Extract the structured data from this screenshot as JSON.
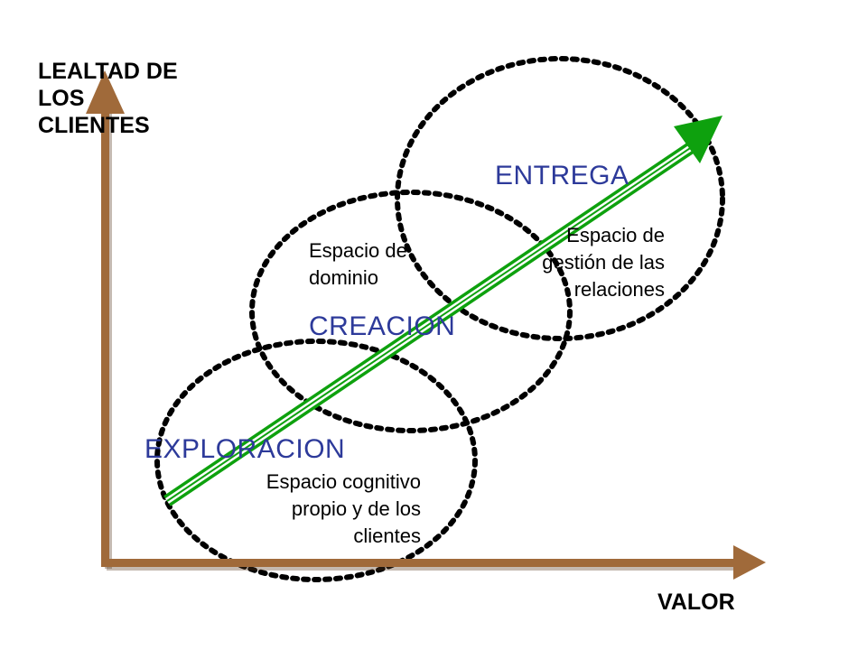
{
  "axes": {
    "y_title": "LEALTAD DE\nLOS\nCLIENTES",
    "x_title": "VALOR",
    "color": "#a06a3a"
  },
  "stages": [
    {
      "title": "EXPLORACION",
      "description": "Espacio cognitivo\npropio y de los\nclientes"
    },
    {
      "title": "CREACION",
      "description": "Espacio de\ndominio"
    },
    {
      "title": "ENTREGA",
      "description": "Espacio de\ngestión de las\nrelaciones"
    }
  ],
  "colors": {
    "stage_title": "#2d3a9a",
    "trend_arrow": "#0ea10e",
    "circle_dots": "#000000"
  },
  "icons": {
    "trend": "diagonal-arrow-icon"
  }
}
